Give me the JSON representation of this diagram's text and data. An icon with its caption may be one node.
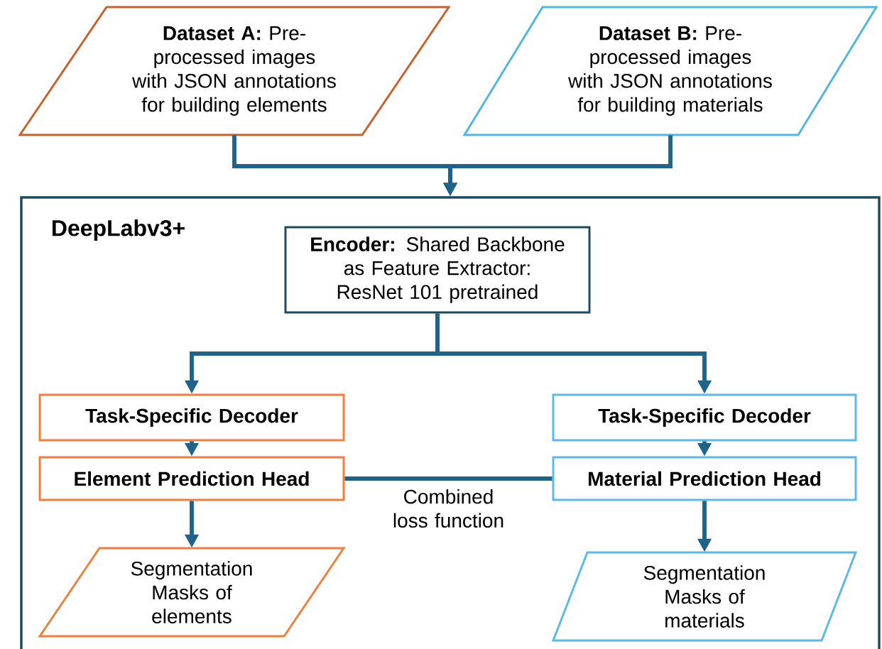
{
  "diagram": {
    "nodes": [
      {
        "text": [
          "**Dataset A:** Pre-processed images with JSON annotations for building elements"
        ]
      },
      {
        "text": [
          "**Dataset B:** Pre-processed images with JSON annotations for building materials"
        ]
      },
      {
        "text": [
          "DeepLabv3+"
        ]
      },
      {
        "text": [
          "**Encoder:** Shared Backbone as Feature Extractor: ResNet 101 pretrained"
        ],
        "in": 2
      },
      {
        "text": [
          "Task-Specific Decoder"
        ],
        "in": 2
      },
      {
        "text": [
          "Element Prediction Head"
        ],
        "in": 2
      },
      {
        "text": [
          "Segmentation Masks of elements"
        ],
        "in": 2
      },
      {
        "text": [
          "Task-Specific Decoder"
        ],
        "in": 2
      },
      {
        "text": [
          "Material Prediction Head"
        ],
        "in": 2
      },
      {
        "text": [
          "Segmentation Masks of materials"
        ],
        "in": 2
      }
    ],
    "edges": [
      {
        "from": 0,
        "to": 2,
        "arrow": "to"
      },
      {
        "from": 1,
        "to": 2,
        "arrow": "to"
      },
      {
        "from": 3,
        "to": 4,
        "arrow": "to"
      },
      {
        "from": 3,
        "to": 7,
        "arrow": "to"
      },
      {
        "from": 4,
        "to": 5,
        "arrow": "to"
      },
      {
        "from": 7,
        "to": 8,
        "arrow": "to"
      },
      {
        "from": 5,
        "to": 6,
        "arrow": "to"
      },
      {
        "from": 8,
        "to": 9,
        "arrow": "to"
      },
      {
        "from": 5,
        "to": 8,
        "arrow": "none",
        "label": "Combined loss function"
      }
    ]
  }
}
